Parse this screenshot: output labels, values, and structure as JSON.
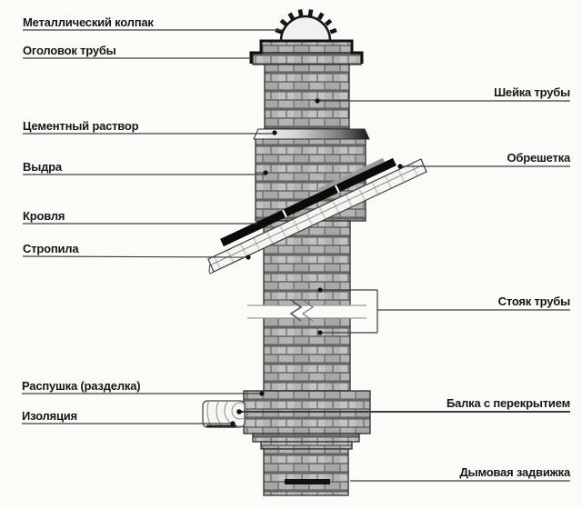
{
  "diagram": {
    "type": "chimney-structure-diagram",
    "background_color": "#fbfbf8",
    "colors": {
      "brick": "#b4b4b2",
      "brick_light": "#c3c3c1",
      "brick_dark": "#a7a7a5",
      "mortar": "#66645f",
      "outline": "#2e2e2e",
      "roof_black": "#0b0b0b",
      "leader_line": "#3c3c3c",
      "label_text": "#161616",
      "damper_black": "#111111"
    },
    "labels": {
      "metal_cap": "Металлический колпак",
      "chimney_head": "Оголовок трубы",
      "cement_mortar": "Цементный раствор",
      "vydra": "Выдра",
      "roofing": "Кровля",
      "rafters": "Стропила",
      "raspushka": "Распушка (разделка)",
      "insulation": "Изоляция",
      "chimney_neck": "Шейка трубы",
      "lathing": "Обрешетка",
      "chimney_riser": "Стояк трубы",
      "beam_with_ceiling": "Балка с перекрытием",
      "smoke_damper": "Дымовая задвижка"
    }
  }
}
